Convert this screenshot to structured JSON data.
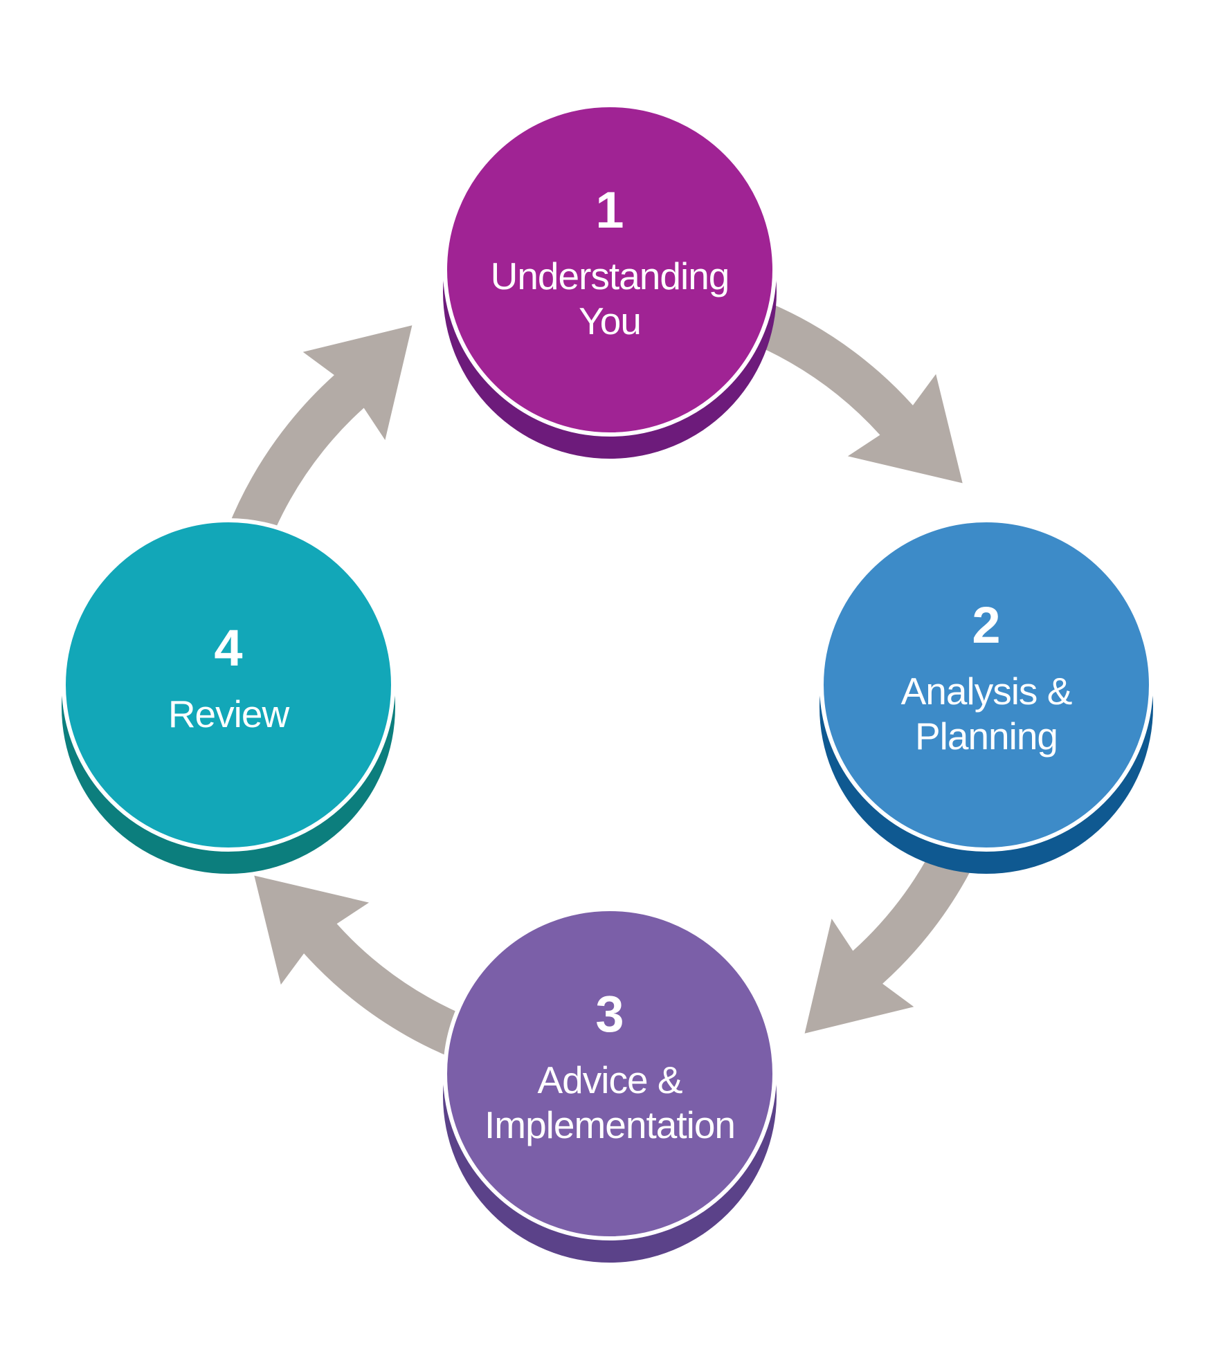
{
  "diagram": {
    "name": "four-step-process-cycle",
    "background": "#FFFFFF",
    "arrow_color": "#B3ABA6",
    "text_color": "#FFFFFF"
  },
  "steps": [
    {
      "number": "1",
      "label": "Understanding\nYou",
      "fill": "#A02394",
      "shadow": "#6D1B7B"
    },
    {
      "number": "2",
      "label": "Analysis &\nPlanning",
      "fill": "#3D8BC8",
      "shadow": "#0F5991"
    },
    {
      "number": "3",
      "label": "Advice &\nImplementation",
      "fill": "#7B5FA8",
      "shadow": "#5B4289"
    },
    {
      "number": "4",
      "label": "Review",
      "fill": "#12A7B8",
      "shadow": "#0C7E7D"
    }
  ],
  "arrows": [
    {
      "name": "arrow-step-1-to-2",
      "from": "1",
      "to": "2"
    },
    {
      "name": "arrow-step-2-to-3",
      "from": "2",
      "to": "3"
    },
    {
      "name": "arrow-step-3-to-4",
      "from": "3",
      "to": "4"
    },
    {
      "name": "arrow-step-4-to-1",
      "from": "4",
      "to": "1"
    }
  ]
}
